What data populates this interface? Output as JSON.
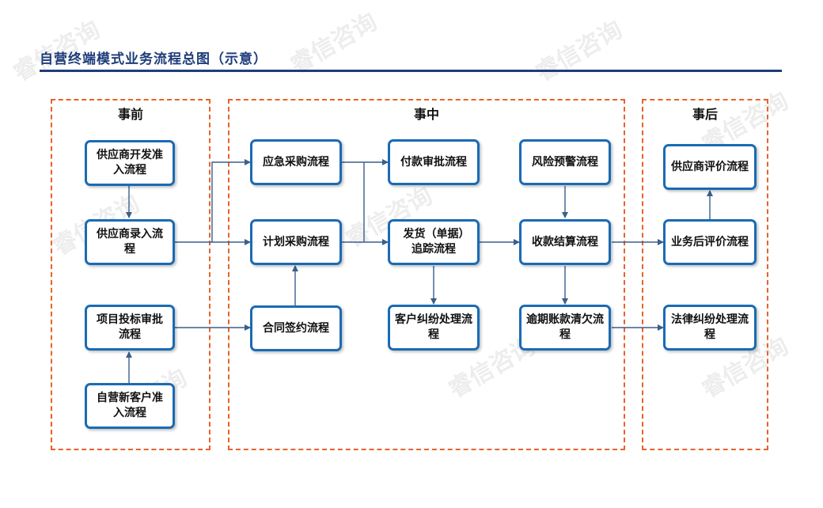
{
  "title": "自营终端模式业务流程总图（示意）",
  "watermark": "睿信咨询",
  "colors": {
    "title": "#1f3d7a",
    "phase_border": "#e8622c",
    "node_border": "#1a6bb5",
    "connector": "#3a5f8a"
  },
  "phases": {
    "before": "事前",
    "during": "事中",
    "after": "事后"
  },
  "nodes": {
    "supplier_dev": "供应商开发准入流程",
    "supplier_entry": "供应商录入流程",
    "project_bid": "项目投标审批流程",
    "new_customer": "自营新客户准入流程",
    "emergency_purchase": "应急采购流程",
    "planned_purchase": "计划采购流程",
    "contract_sign": "合同签约流程",
    "payment_approval": "付款审批流程",
    "shipment_tracking": "发货（单据）追踪流程",
    "customer_dispute": "客户纠纷处理流程",
    "risk_warning": "风险预警流程",
    "collection_settlement": "收款结算流程",
    "overdue_clearing": "逾期账款清欠流程",
    "supplier_evaluation": "供应商评价流程",
    "post_evaluation": "业务后评价流程",
    "legal_dispute": "法律纠纷处理流程"
  }
}
